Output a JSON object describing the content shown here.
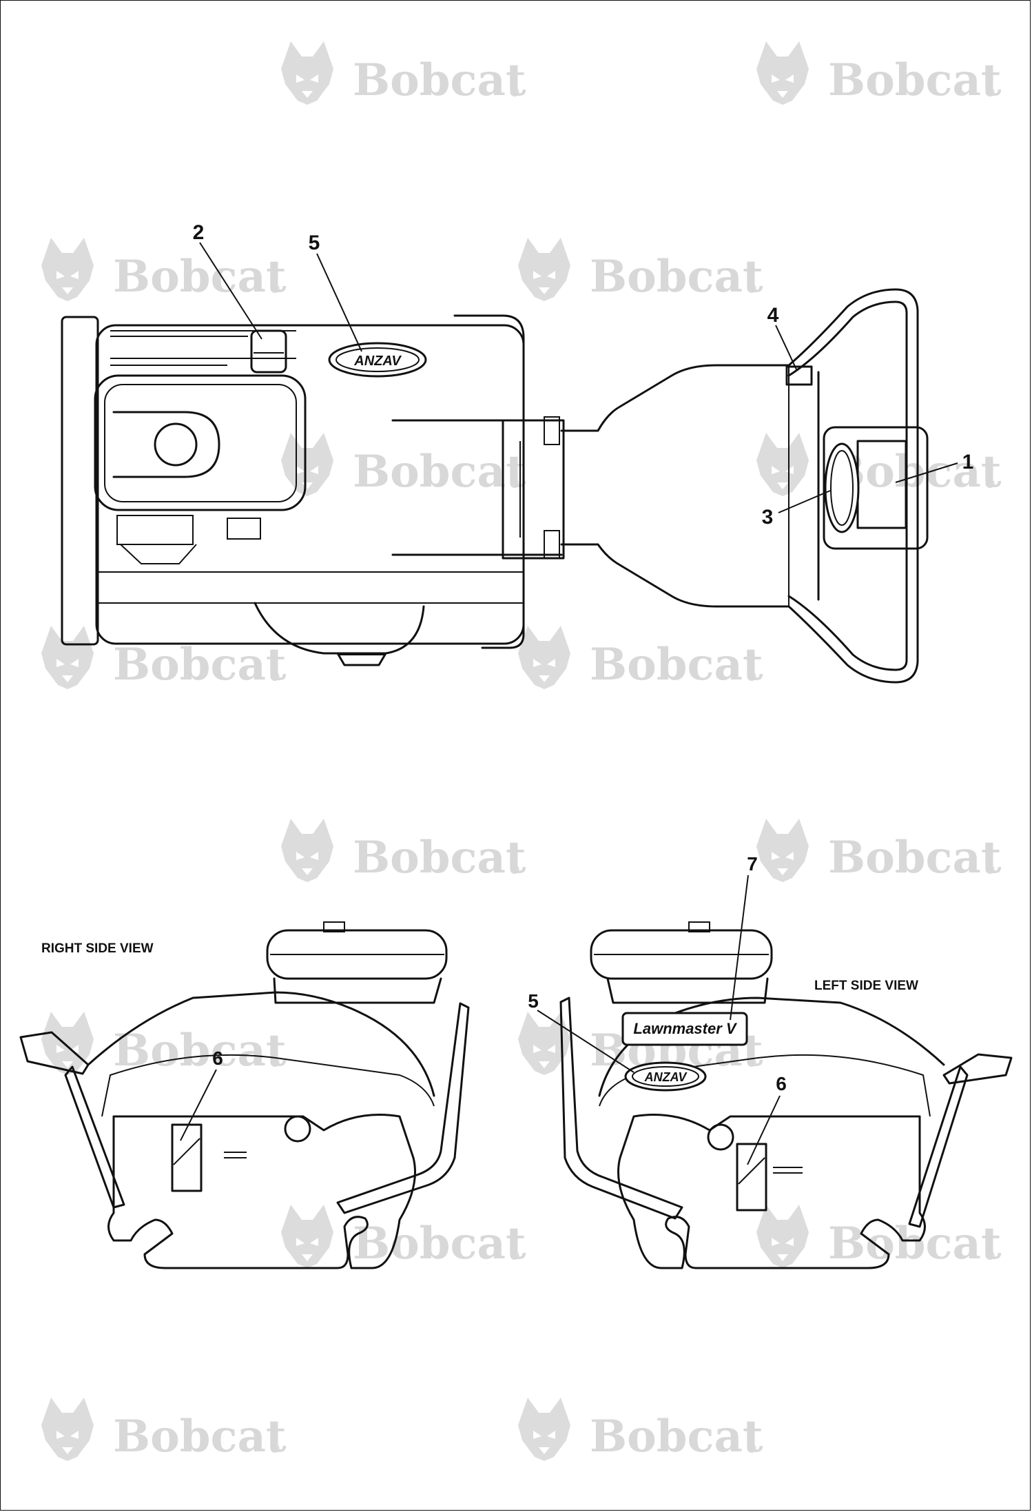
{
  "watermark": {
    "text": "Bobcat",
    "mark": "®",
    "color": "#d8d8d8"
  },
  "views": {
    "right_side_label": "RIGHT SIDE VIEW",
    "left_side_label": "LEFT SIDE VIEW"
  },
  "callouts": {
    "c1": "1",
    "c2": "2",
    "c3": "3",
    "c4": "4",
    "c5_top": "5",
    "c5_left": "5",
    "c6_right": "6",
    "c6_left": "6",
    "c7": "7"
  },
  "decals": {
    "brand_badge": "ANZAV",
    "model_decal": "Lawnmaster V"
  },
  "icons": [
    "bobcat-logo-icon"
  ]
}
